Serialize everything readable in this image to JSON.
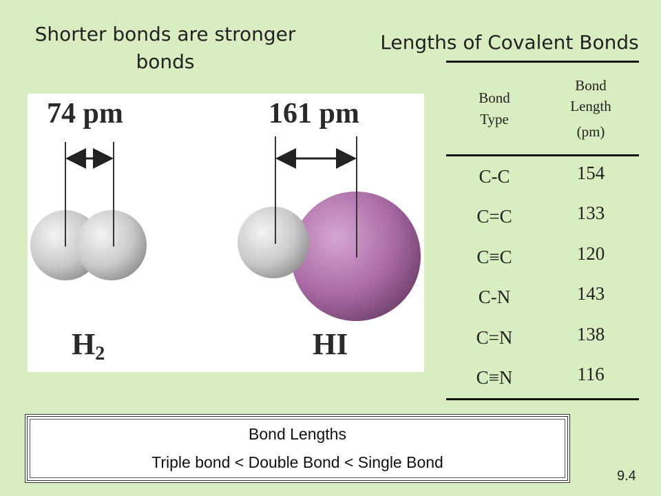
{
  "left_heading": {
    "line1": "Shorter bonds are stronger",
    "line2": "bonds"
  },
  "right_heading": "Lengths of Covalent Bonds",
  "figure": {
    "h2_distance": "74 pm",
    "hi_distance": "161 pm",
    "h2_label": "H",
    "h2_subscript": "2",
    "hi_label": "HI",
    "colors": {
      "hydrogen": "#c9c9c9",
      "iodine": "#a86aa3"
    }
  },
  "table": {
    "headers": {
      "type_line1": "Bond",
      "type_line2": "Type",
      "length_line1": "Bond",
      "length_line2": "Length",
      "length_line3": "(pm)"
    },
    "rows": [
      {
        "type": "C-C",
        "length": "154"
      },
      {
        "type": "C=C",
        "length": "133"
      },
      {
        "type": "C≡C",
        "length": "120"
      },
      {
        "type": "C-N",
        "length": "143"
      },
      {
        "type": "C=N",
        "length": "138"
      },
      {
        "type": "C≡N",
        "length": "116"
      }
    ]
  },
  "summary": {
    "title": "Bond Lengths",
    "text": "Triple bond < Double Bond < Single Bond"
  },
  "slide_number": "9.4"
}
